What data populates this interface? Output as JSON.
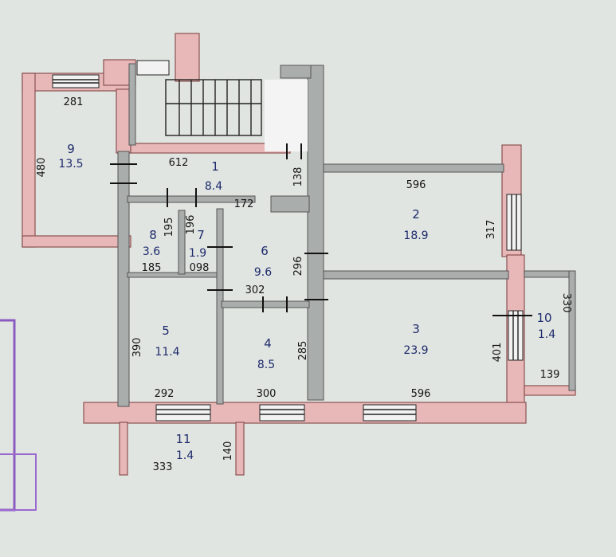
{
  "rooms": {
    "1": {
      "number": "1",
      "area": "8.4"
    },
    "2": {
      "number": "2",
      "area": "18.9"
    },
    "3": {
      "number": "3",
      "area": "23.9"
    },
    "4": {
      "number": "4",
      "area": "8.5"
    },
    "5": {
      "number": "5",
      "area": "11.4"
    },
    "6": {
      "number": "6",
      "area": "9.6"
    },
    "7": {
      "number": "7",
      "area": "1.9"
    },
    "8": {
      "number": "8",
      "area": "3.6"
    },
    "9": {
      "number": "9",
      "area": "13.5"
    },
    "10": {
      "number": "10",
      "area": "1.4"
    },
    "11": {
      "number": "11",
      "area": "1.4"
    }
  },
  "dims": [
    "281",
    "480",
    "612",
    "138",
    "172",
    "596",
    "317",
    "195",
    "196",
    "185",
    "098",
    "296",
    "302",
    "390",
    "285",
    "401",
    "330",
    "139",
    "292",
    "300",
    "596",
    "333",
    "140"
  ],
  "colors": {
    "exterior_wall": "#e8b8b8",
    "interior_wall": "#a9adab",
    "label_ink": "#1d2a6b",
    "paper": "#e1e5e2"
  }
}
